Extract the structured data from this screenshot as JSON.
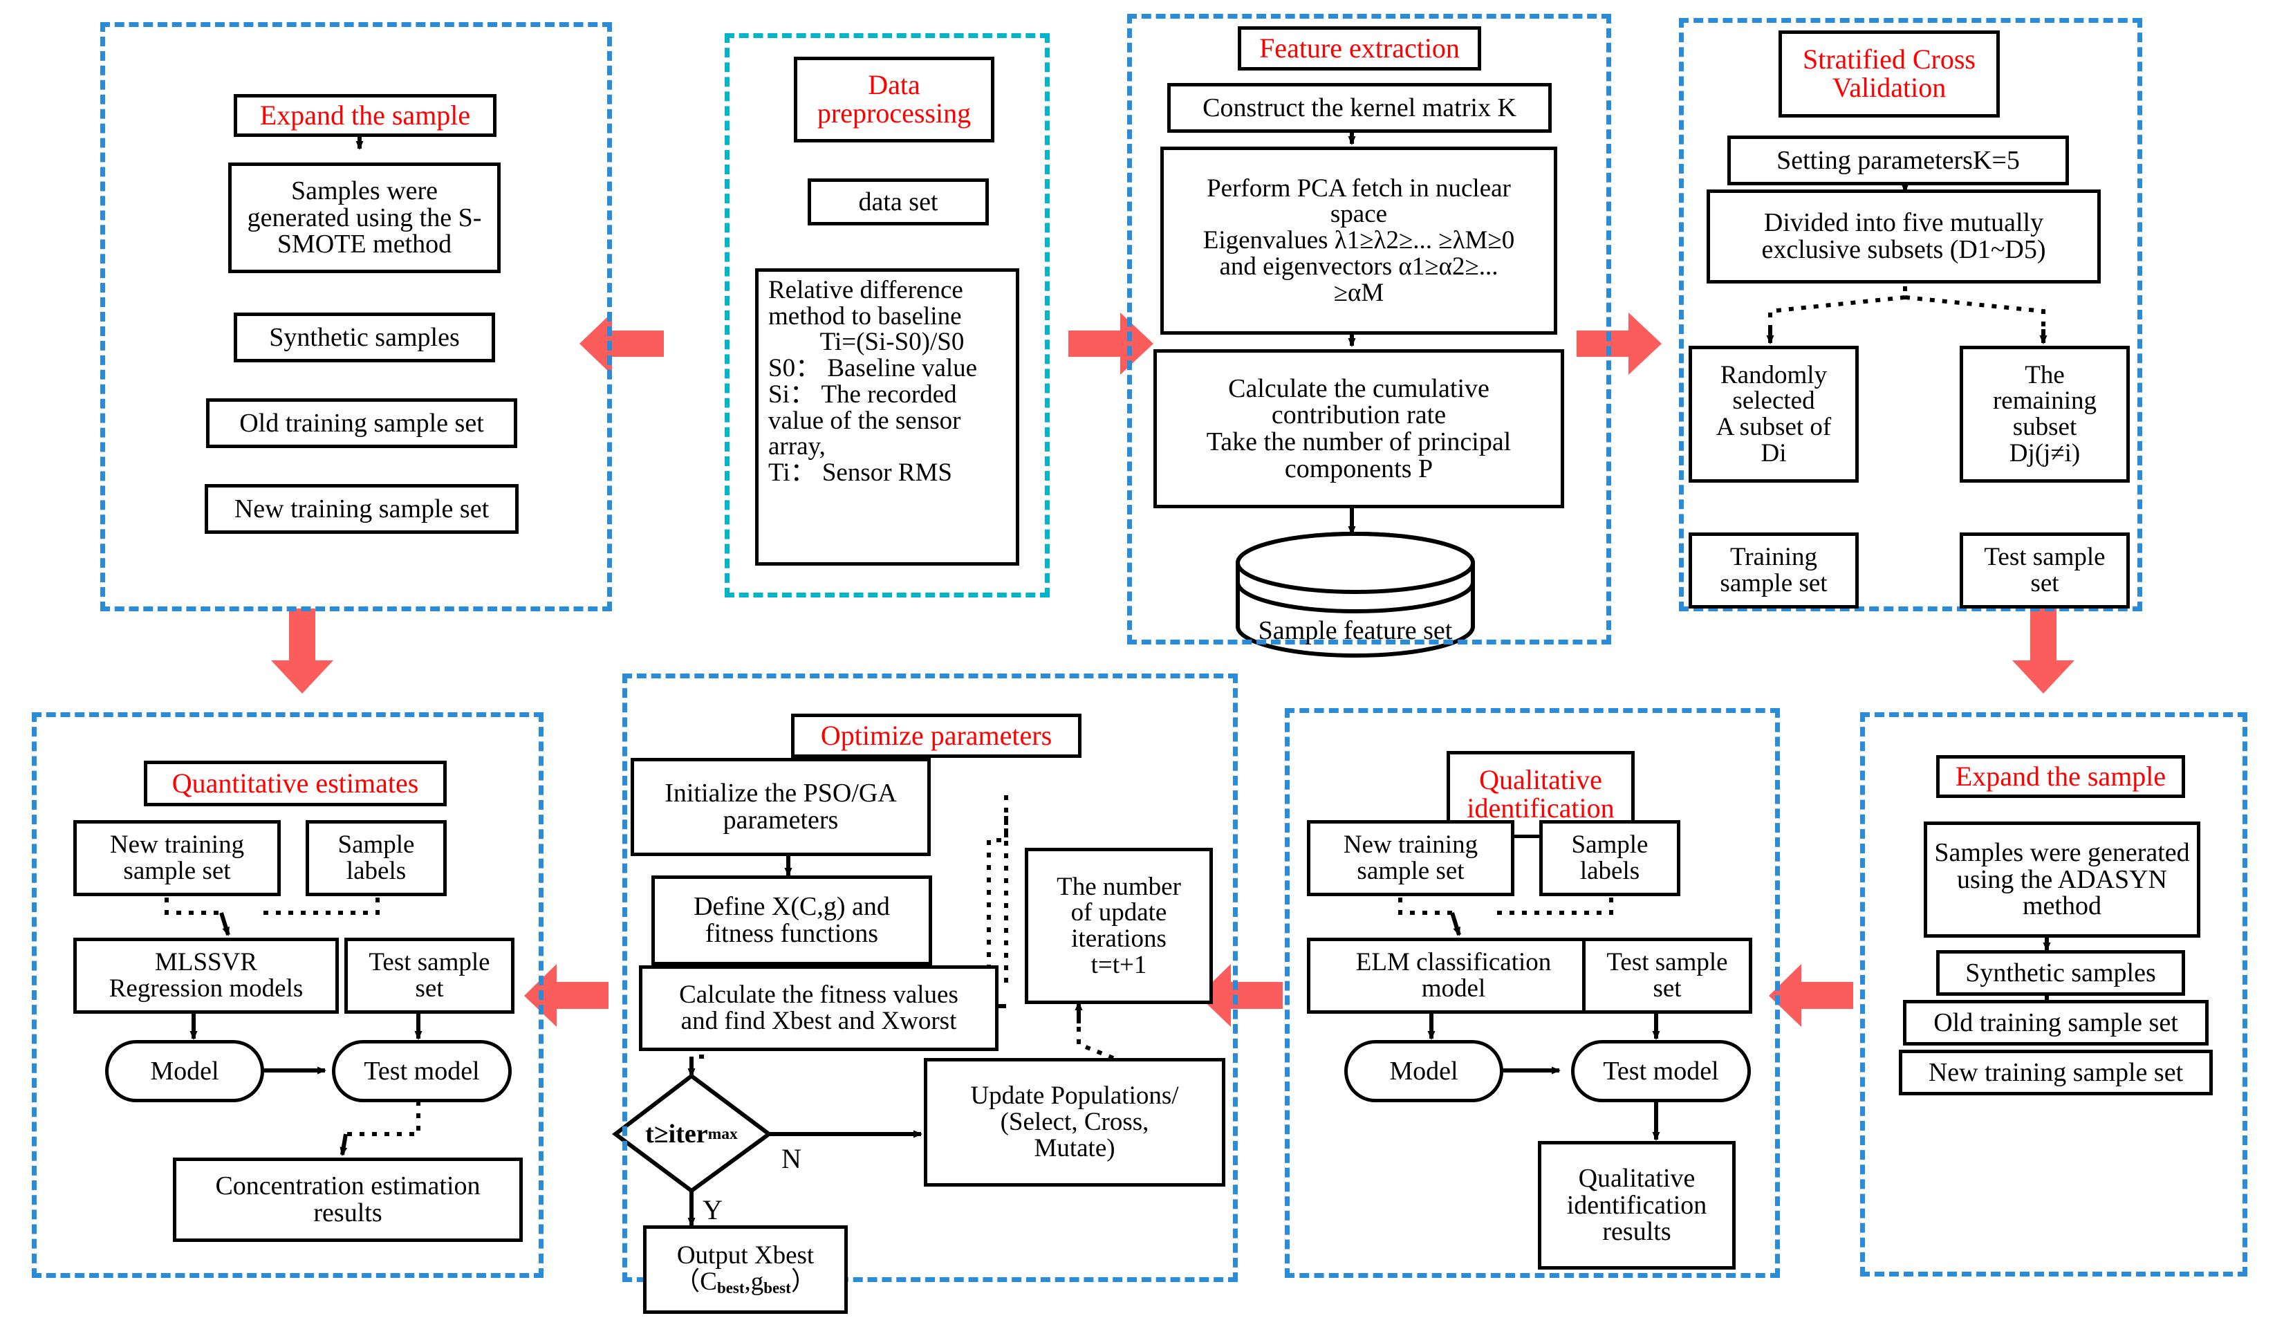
{
  "colors": {
    "dash_blue": "#2a8bd8",
    "dash_teal": "#00b5c8",
    "title_red": "#ff0000",
    "arrow_red": "#fb5c5c",
    "line": "#000000",
    "bg": "#ffffff"
  },
  "panels": {
    "expand_sample_smote": {
      "title": "Expand the sample",
      "nodes": {
        "generated": "Samples were generated using the S-SMOTE method",
        "synthetic": "Synthetic samples",
        "old_set": "Old training sample set",
        "new_set": "New training sample set"
      }
    },
    "data_preprocessing": {
      "title": "Data preprocessing",
      "nodes": {
        "data_set": "data set",
        "relative_l1": "Relative difference",
        "relative_l2": "method to baseline",
        "relative_l3": "Ti=(Si-S0)/S0",
        "relative_l4": "S0： Baseline value",
        "relative_l5": "Si： The recorded",
        "relative_l6": "value of the sensor",
        "relative_l7": "array,",
        "relative_l8": "Ti： Sensor RMS"
      }
    },
    "feature_extraction": {
      "title": "Feature extraction",
      "nodes": {
        "kernel": "Construct the kernel matrix K",
        "pca_l1": "Perform PCA fetch in nuclear",
        "pca_l2": "space",
        "pca_l3": "Eigenvalues λ1≥λ2≥... ≥λM≥0",
        "pca_l4": "and eigenvectors α1≥α2≥...",
        "pca_l5": "≥αM",
        "cum_l1": "Calculate the cumulative",
        "cum_l2": "contribution rate",
        "cum_l3": "Take the number of principal",
        "cum_l4": "components P",
        "feature_set": "Sample feature set"
      }
    },
    "stratified_cv": {
      "title_l1": "Stratified Cross",
      "title_l2": "Validation",
      "nodes": {
        "setting": "Setting parametersK=5",
        "divided_l1": "Divided into five mutually",
        "divided_l2": "exclusive subsets (D1~D5)",
        "random_l1": "Randomly",
        "random_l2": "selected",
        "random_l3": "A subset of",
        "random_l4": "Di",
        "remain_l1": "The",
        "remain_l2": "remaining",
        "remain_l3": "subset",
        "remain_l4": "Dj(j≠i)",
        "train_l1": "Training",
        "train_l2": "sample set",
        "test_l1": "Test sample",
        "test_l2": "set"
      }
    },
    "quantitative_estimates": {
      "title": "Quantitative estimates",
      "nodes": {
        "new_train_l1": "New training",
        "new_train_l2": "sample set",
        "labels_l1": "Sample",
        "labels_l2": "labels",
        "mlssvr_l1": "MLSSVR",
        "mlssvr_l2": "Regression models",
        "test_set_l1": "Test sample",
        "test_set_l2": "set",
        "model": "Model",
        "test_model": "Test model",
        "results_l1": "Concentration estimation",
        "results_l2": "results"
      }
    },
    "optimize_parameters": {
      "title": "Optimize parameters",
      "nodes": {
        "init_l1": "Initialize the PSO/GA",
        "init_l2": "parameters",
        "define_l1": "Define X(C,g) and",
        "define_l2": "fitness functions",
        "calc_l1": "Calculate the fitness values",
        "calc_l2": "and find Xbest and Xworst",
        "iter_l1": "The number",
        "iter_l2": "of update",
        "iter_l3": "iterations",
        "iter_l4": "t=t+1",
        "decision": "t≥iter",
        "decision_sub": "max",
        "branch_no": "N",
        "branch_yes": "Y",
        "update_l1": "Update Populations/",
        "update_l2": "(Select, Cross,",
        "update_l3": "Mutate)",
        "output_l1": "Output Xbest",
        "output_l2": "（C",
        "output_sub1": "best",
        "output_l3": ",g",
        "output_sub2": "best",
        "output_l4": "）"
      }
    },
    "qualitative_identification": {
      "title_l1": "Qualitative",
      "title_l2": "identification",
      "nodes": {
        "new_train_l1": "New training",
        "new_train_l2": "sample set",
        "labels_l1": "Sample",
        "labels_l2": "labels",
        "elm_l1": "ELM classification",
        "elm_l2": "model",
        "test_set_l1": "Test sample",
        "test_set_l2": "set",
        "model": "Model",
        "test_model": "Test model",
        "results_l1": "Qualitative",
        "results_l2": "identification",
        "results_l3": "results"
      }
    },
    "expand_sample_adasyn": {
      "title": "Expand the sample",
      "nodes": {
        "generated": "Samples were generated using the ADASYN method",
        "synthetic": "Synthetic samples",
        "old_set": "Old training sample set",
        "new_set": "New training sample set"
      }
    }
  }
}
